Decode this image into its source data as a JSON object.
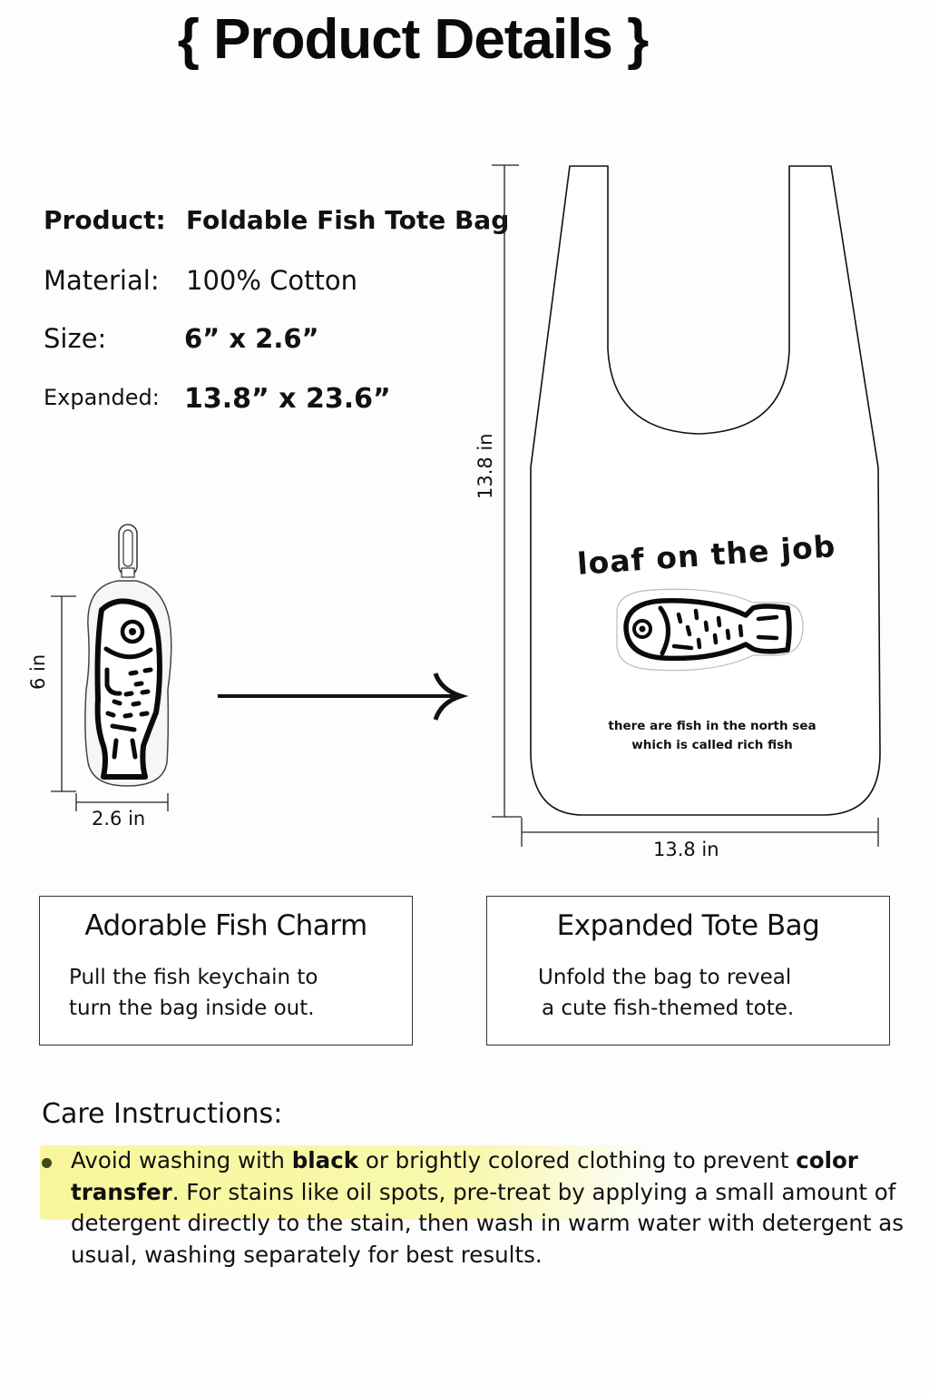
{
  "page": {
    "title": "{ Product Details }"
  },
  "specs": [
    {
      "label": "Product:",
      "value": "Foldable Fish Tote Bag"
    },
    {
      "label": "Material:",
      "value": "100% Cotton"
    },
    {
      "label": "Size:",
      "value": "6” x 2.6”"
    },
    {
      "label": "Expanded:",
      "value": "13.8” x 23.6”"
    }
  ],
  "charm_diagram": {
    "height_label": "6 in",
    "width_label": "2.6 in"
  },
  "bag_diagram": {
    "height_label": "13.8 in",
    "width_label": "13.8 in",
    "print_title": "loaf on the job",
    "print_line1": "there are fish in the north sea",
    "print_line2": "which is called rich fish"
  },
  "cards": [
    {
      "title": "Adorable Fish Charm",
      "line1": "Pull the fish keychain to",
      "line2": "turn the bag inside out."
    },
    {
      "title": "Expanded Tote Bag",
      "line1": "Unfold the bag to reveal",
      "line2": "a cute fish-themed tote."
    }
  ],
  "care": {
    "title": "Care Instructions:",
    "part1": "Avoid washing with ",
    "bold1": "black",
    "part2": " or brightly colored clothing to prevent ",
    "bold2": "color transfer",
    "part3": ". For stains like oil spots, pre-treat by applying a small amount of detergent directly to the stain, then wash in warm water with detergent as usual, washing separately for best results.",
    "highlight_color": "#f7f696",
    "bullet_color": "#3d4a16"
  }
}
